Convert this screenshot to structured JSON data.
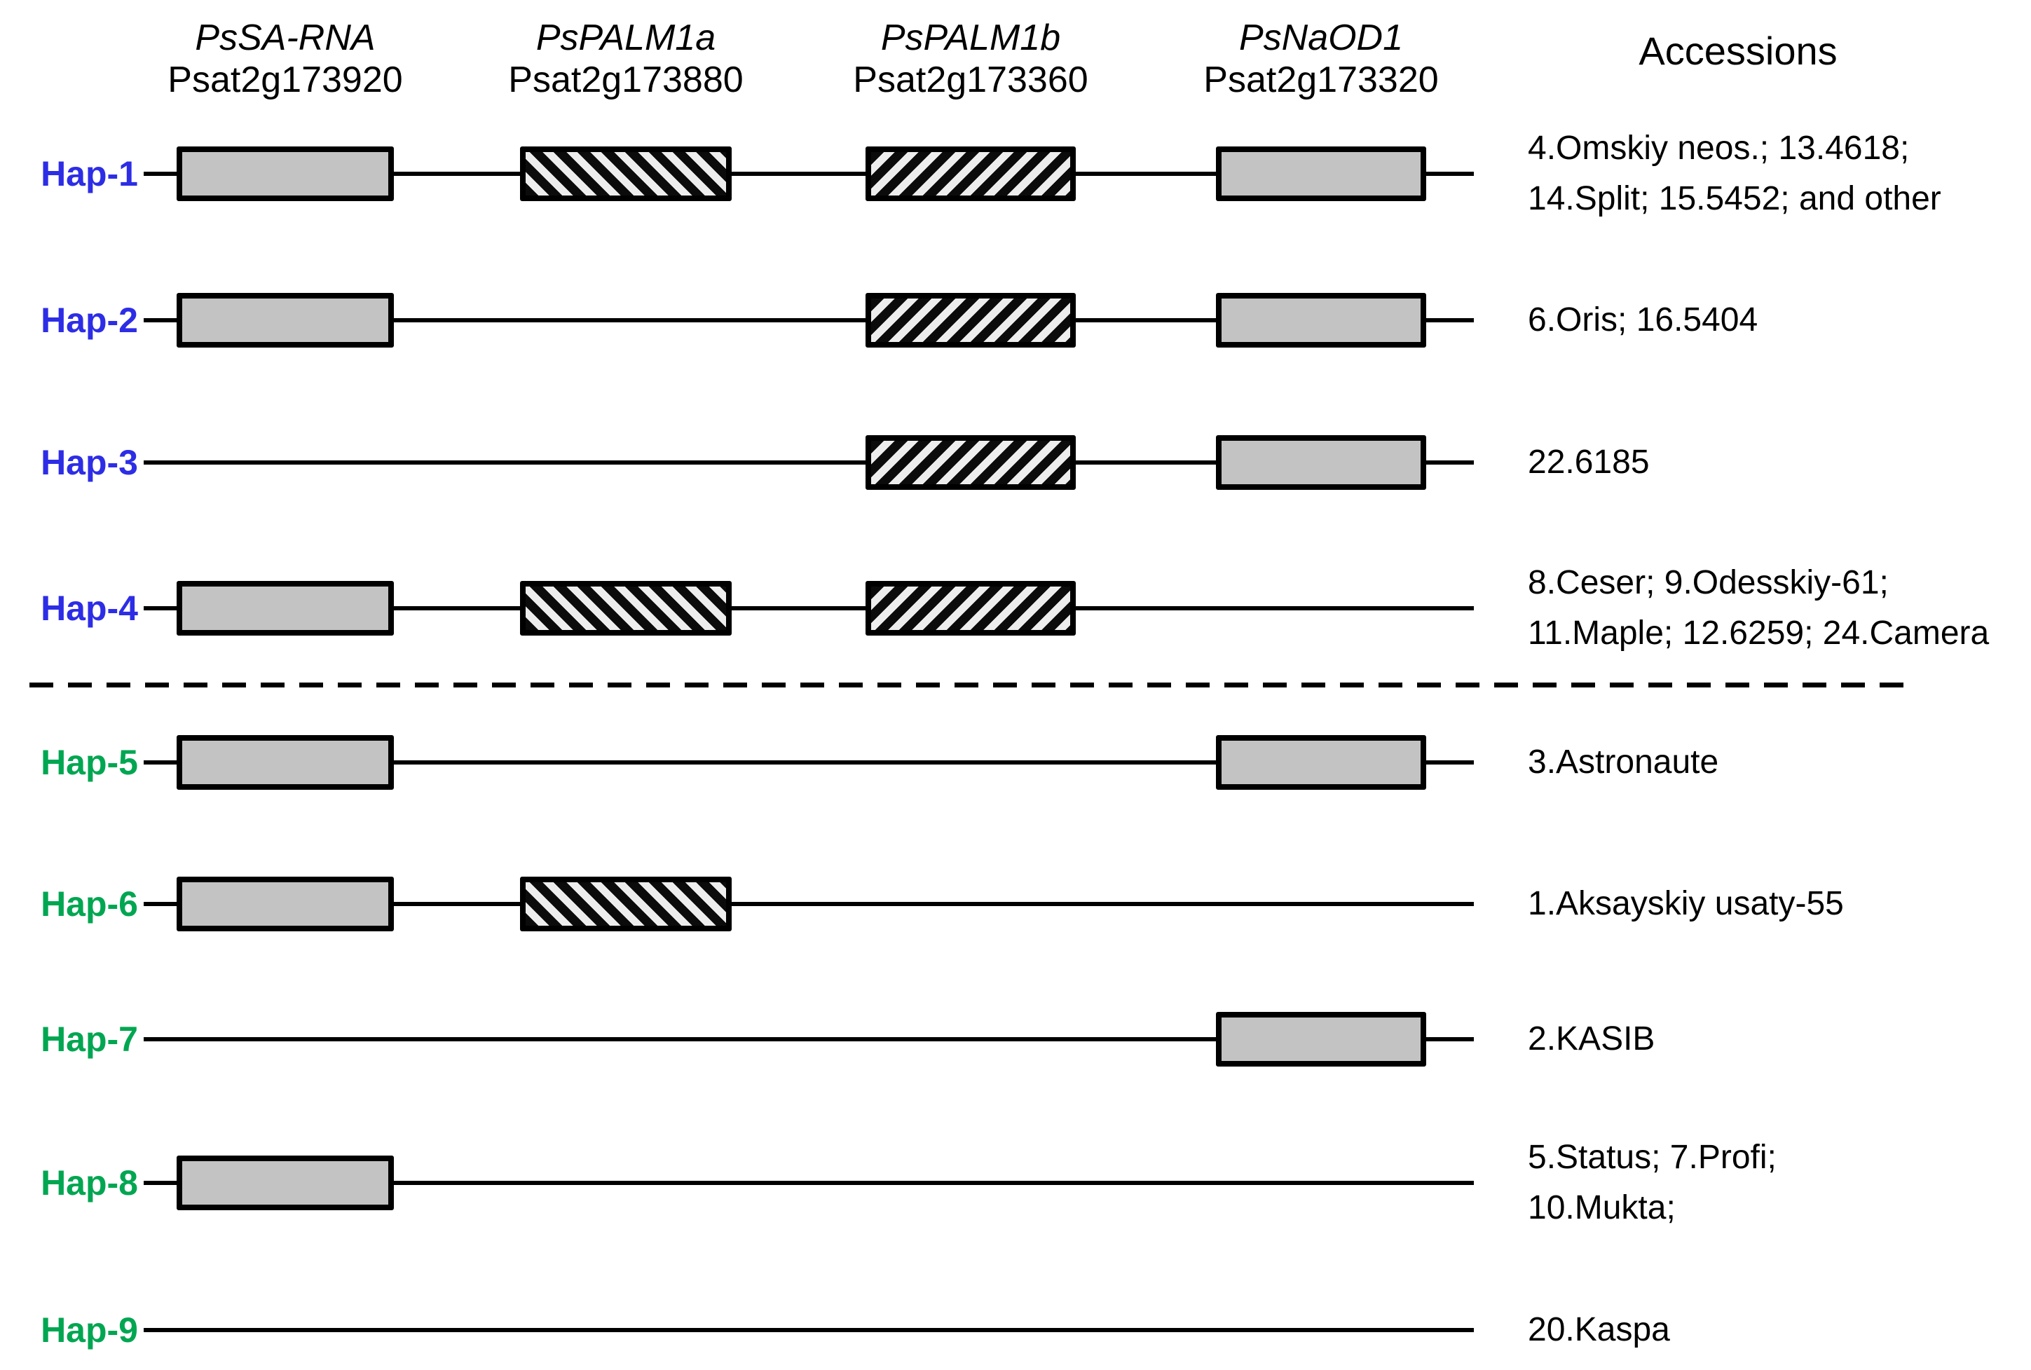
{
  "header": {
    "genes": [
      {
        "name": "PsSA-RNA",
        "id": "Psat2g173920"
      },
      {
        "name": "PsPALM1a",
        "id": "Psat2g173880"
      },
      {
        "name": "PsPALM1b",
        "id": "Psat2g173360"
      },
      {
        "name": "PsNaOD1",
        "id": "Psat2g173320"
      }
    ],
    "accessions_label": "Accessions"
  },
  "rows": [
    {
      "label": "Hap-1",
      "group": "blue",
      "boxes": [
        "solid",
        "hatch-back",
        "hatch-fwd",
        "solid"
      ],
      "accessions": [
        "4.Omskiy neos.; 13.4618;",
        "14.Split; 15.5452; and other"
      ]
    },
    {
      "label": "Hap-2",
      "group": "blue",
      "boxes": [
        "solid",
        null,
        "hatch-fwd",
        "solid"
      ],
      "accessions": [
        "6.Oris; 16.5404"
      ]
    },
    {
      "label": "Hap-3",
      "group": "blue",
      "boxes": [
        null,
        null,
        "hatch-fwd",
        "solid"
      ],
      "accessions": [
        "22.6185"
      ]
    },
    {
      "label": "Hap-4",
      "group": "blue",
      "boxes": [
        "solid",
        "hatch-back",
        "hatch-fwd",
        null
      ],
      "accessions": [
        "8.Ceser; 9.Odesskiy-61;",
        "11.Maple; 12.6259; 24.Camera"
      ]
    },
    {
      "label": "Hap-5",
      "group": "green",
      "boxes": [
        "solid",
        null,
        null,
        "solid"
      ],
      "accessions": [
        "3.Astronaute"
      ]
    },
    {
      "label": "Hap-6",
      "group": "green",
      "boxes": [
        "solid",
        "hatch-back",
        null,
        null
      ],
      "accessions": [
        "1.Aksayskiy usaty-55"
      ]
    },
    {
      "label": "Hap-7",
      "group": "green",
      "boxes": [
        null,
        null,
        null,
        "solid"
      ],
      "accessions": [
        "2.KASIB"
      ]
    },
    {
      "label": "Hap-8",
      "group": "green",
      "boxes": [
        "solid",
        null,
        null,
        null
      ],
      "accessions": [
        "5.Status; 7.Profi;",
        "10.Mukta;"
      ]
    },
    {
      "label": "Hap-9",
      "group": "green",
      "boxes": [
        null,
        null,
        null,
        null
      ],
      "accessions": [
        "20.Kaspa"
      ]
    }
  ],
  "divider": {
    "between": [
      "Hap-4",
      "Hap-5"
    ]
  },
  "colors": {
    "hap_blue": "#2d2de6",
    "hap_green": "#00a651",
    "box_fill": "#c3c3c3",
    "hatch_bg": "#ededed",
    "hatch_stripe": "#0b0b0b",
    "line": "#000000"
  }
}
